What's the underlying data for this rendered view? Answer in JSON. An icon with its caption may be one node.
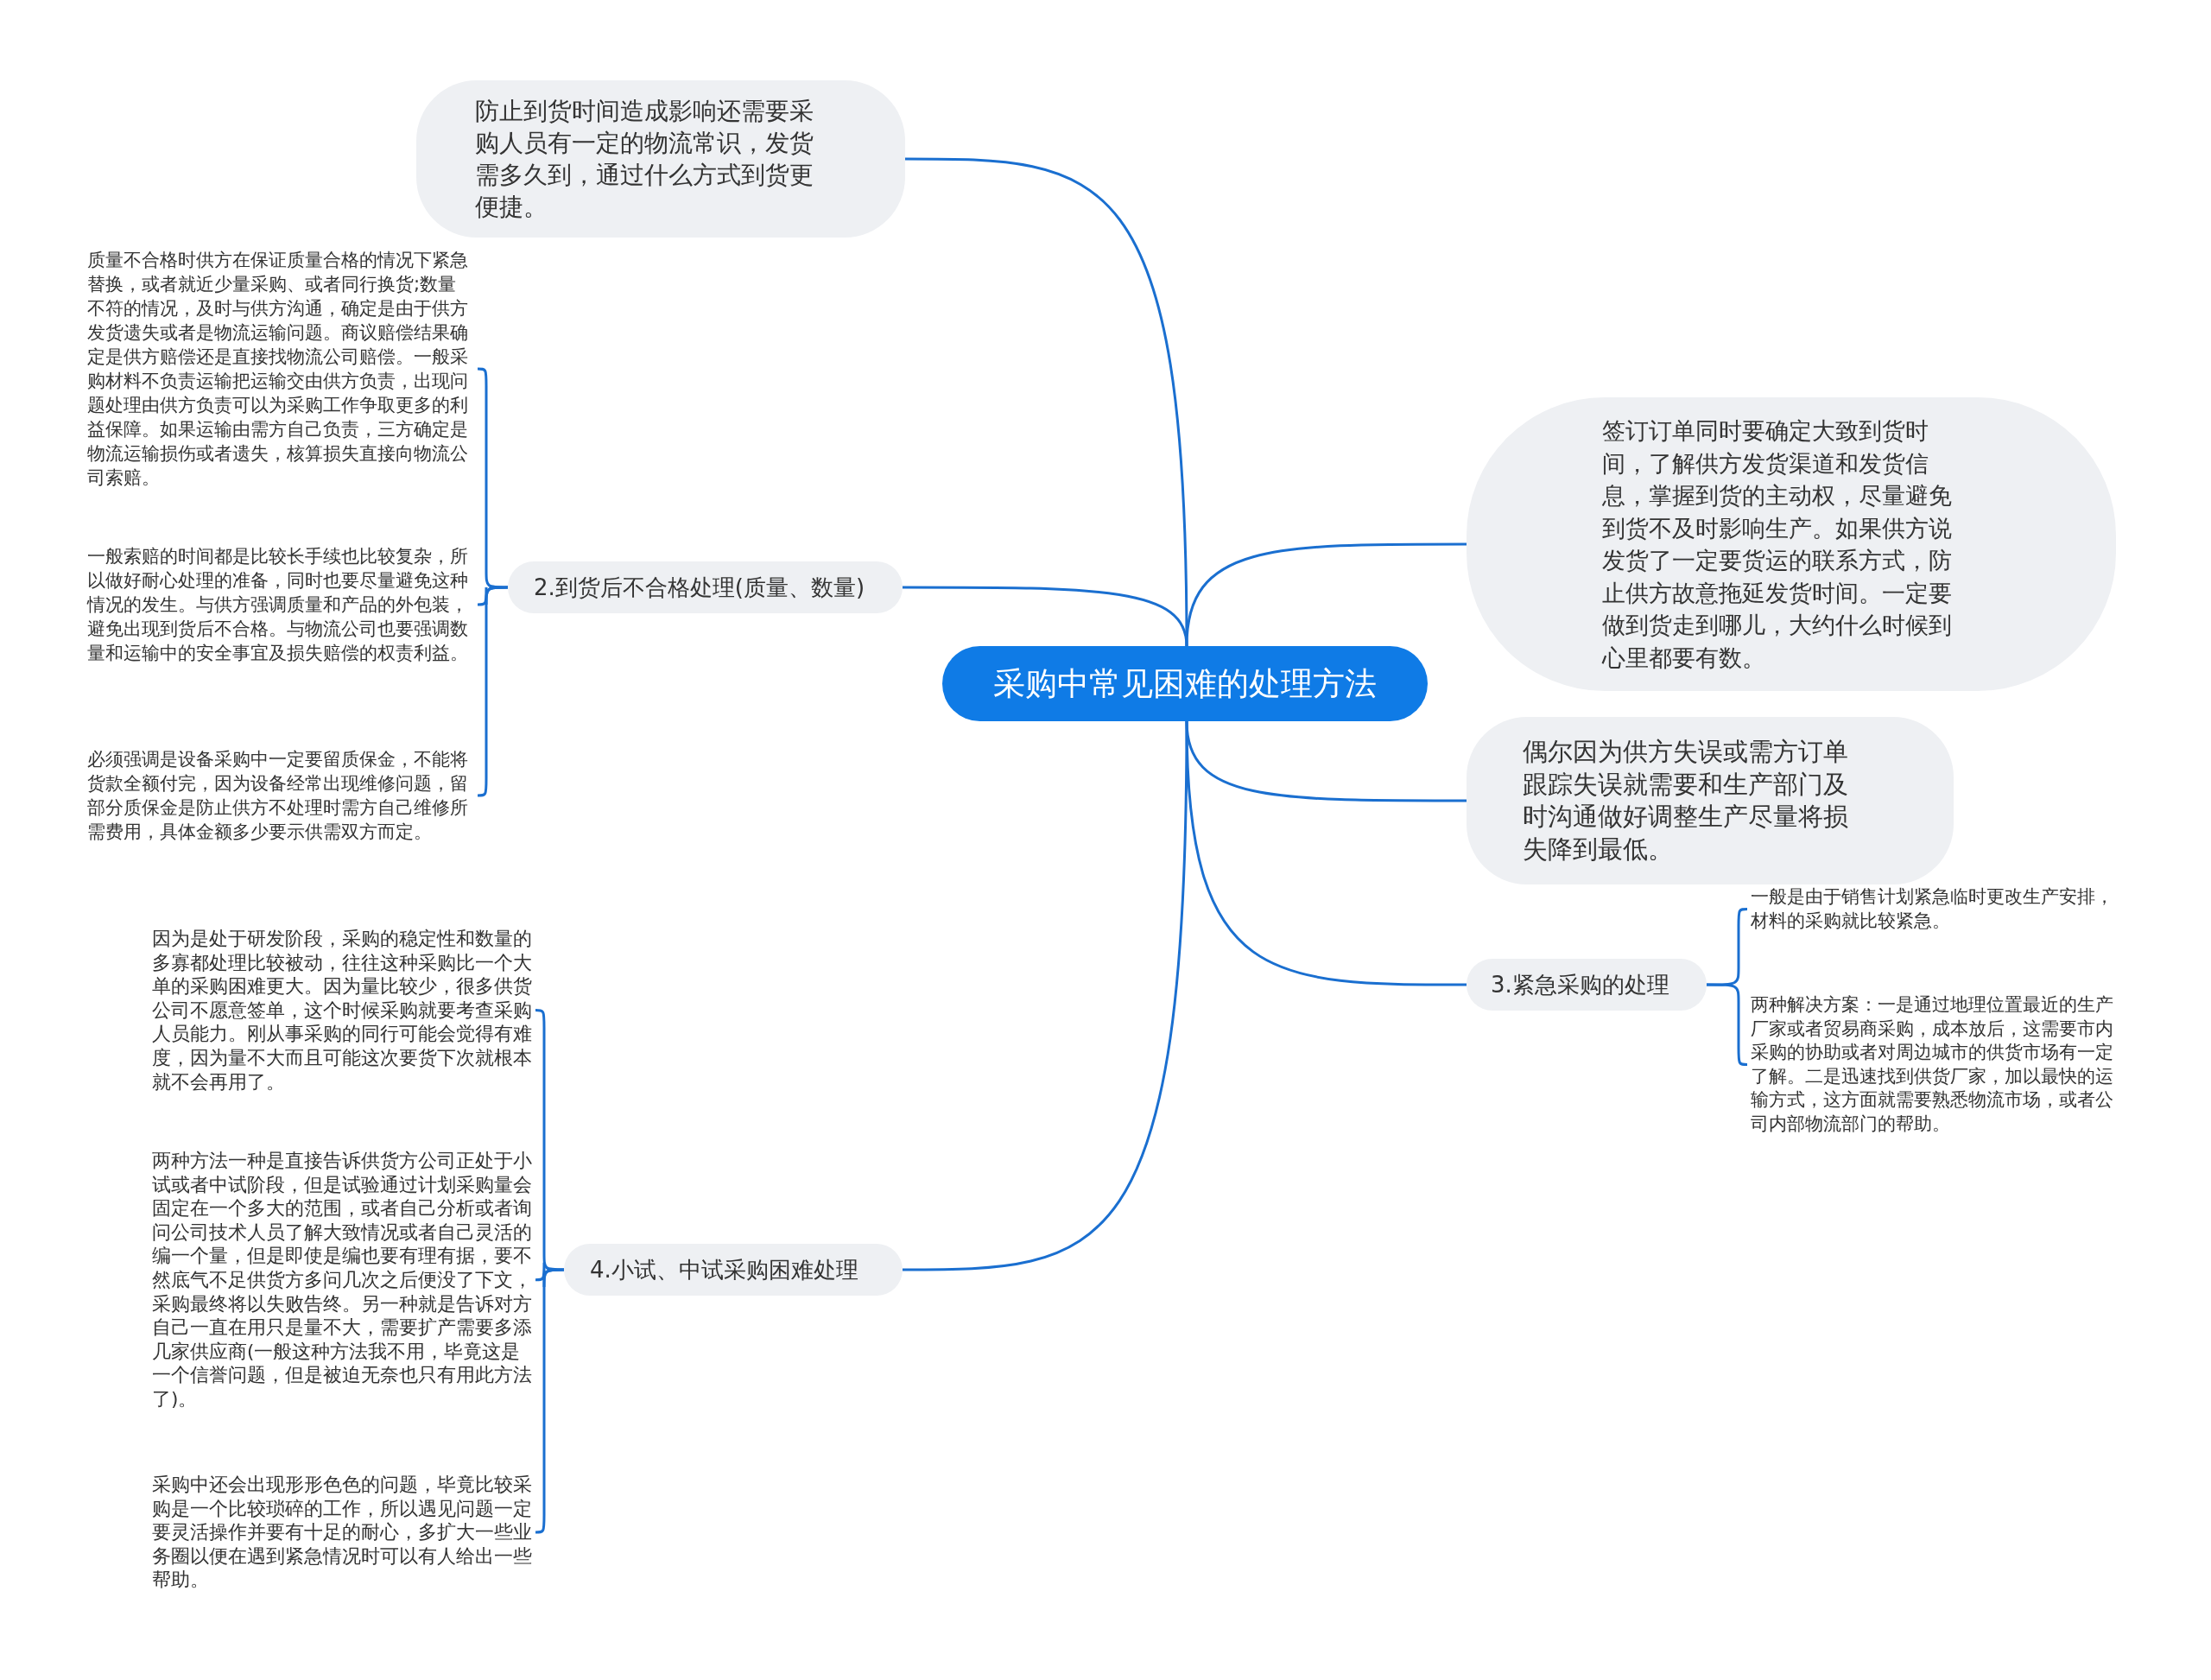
{
  "diagram": {
    "nodes": [
      {
        "text": [
          "采购中常见困难的处理方法"
        ]
      },
      {
        "text": [
          "防止到货时间造成影响还需要采购人员有一定的物流常识，发货需多久到，通过什么方式到货更便捷。"
        ]
      },
      {
        "text": [
          "2.到货后不合格处理(质量、数量)"
        ]
      },
      {
        "text": [
          "质量不合格时供方在保证质量合格的情况下紧急替换，或者就近少量采购、或者同行换货;数量不符的情况，及时与供方沟通，确定是由于供方发货遗失或者是物流运输问题。商议赔偿结果确定是供方赔偿还是直接找物流公司赔偿。一般采购材料不负责运输把运输交由供方负责，出现问题处理由供方负责可以为采购工作争取更多的利益保障。如果运输由需方自己负责，三方确定是物流运输损伤或者遗失，核算损失直接向物流公司索赔。"
        ]
      },
      {
        "text": [
          "一般索赔的时间都是比较长手续也比较复杂，所以做好耐心处理的准备，同时也要尽量避免这种情况的发生。与供方强调质量和产品的外包装，避免出现到货后不合格。与物流公司也要强调数量和运输中的安全事宜及损失赔偿的权责利益。"
        ]
      },
      {
        "text": [
          "必须强调是设备采购中一定要留质保金，不能将货款全额付完，因为设备经常出现维修问题，留部分质保金是防止供方不处理时需方自己维修所需费用，具体金额多少要示供需双方而定。"
        ]
      },
      {
        "text": [
          "签订订单同时要确定大致到货时间，了解供方发货渠道和发货信息，掌握到货的主动权，尽量避免到货不及时影响生产。如果供方说发货了一定要货运的联系方式，防止供方故意拖延发货时间。一定要做到货走到哪儿，大约什么时候到心里都要有数。"
        ]
      },
      {
        "text": [
          "偶尔因为供方失误或需方订单跟踪失误就需要和生产部门及时沟通做好调整生产尽量将损失降到最低。"
        ]
      },
      {
        "text": [
          "3.紧急采购的处理"
        ]
      },
      {
        "text": [
          "一般是由于销售计划紧急临时更改生产安排，材料的采购就比较紧急。"
        ]
      },
      {
        "text": [
          "两种解决方案：一是通过地理位置最近的生产厂家或者贸易商采购，成本放后，这需要市内采购的协助或者对周边城市的供货市场有一定了解。二是迅速找到供货厂家，加以最快的运输方式，这方面就需要熟悉物流市场，或者公司内部物流部门的帮助。"
        ]
      },
      {
        "text": [
          "4.小试、中试采购困难处理"
        ]
      },
      {
        "text": [
          "因为是处于研发阶段，采购的稳定性和数量的多寡都处理比较被动，往往这种采购比一个大单的采购困难更大。因为量比较少，很多供货公司不愿意签单，这个时候采购就要考查采购人员能力。刚从事采购的同行可能会觉得有难度，因为量不大而且可能这次要货下次就根本就不会再用了。"
        ]
      },
      {
        "text": [
          "两种方法一种是直接告诉供货方公司正处于小试或者中试阶段，但是试验通过计划采购量会固定在一个多大的范围，或者自己分析或者询问公司技术人员了解大致情况或者自己灵活的编一个量，但是即使是编也要有理有据，要不然底气不足供货方多问几次之后便没了下文，采购最终将以失败告终。另一种就是告诉对方自己一直在用只是量不大，需要扩产需要多添几家供应商(一般这种方法我不用，毕竟这是一个信誉问题，但是被迫无奈也只有用此方法了)。"
        ]
      },
      {
        "text": [
          "采购中还会出现形形色色的问题，毕竟比较采购是一个比较琐碎的工作，所以遇见问题一定要灵活操作并要有十足的耐心，多扩大一些业务圈以便在遇到紧急情况时可以有人给出一些帮助。"
        ]
      }
    ],
    "edges": [
      {
        "from": 0,
        "to": 1,
        "arrow": "none"
      },
      {
        "from": 0,
        "to": 2,
        "arrow": "none"
      },
      {
        "from": 2,
        "to": 3,
        "arrow": "none"
      },
      {
        "from": 2,
        "to": 4,
        "arrow": "none"
      },
      {
        "from": 2,
        "to": 5,
        "arrow": "none"
      },
      {
        "from": 0,
        "to": 6,
        "arrow": "none"
      },
      {
        "from": 0,
        "to": 7,
        "arrow": "none"
      },
      {
        "from": 0,
        "to": 8,
        "arrow": "none"
      },
      {
        "from": 8,
        "to": 9,
        "arrow": "none"
      },
      {
        "from": 8,
        "to": 10,
        "arrow": "none"
      },
      {
        "from": 0,
        "to": 11,
        "arrow": "none"
      },
      {
        "from": 11,
        "to": 12,
        "arrow": "none"
      },
      {
        "from": 11,
        "to": 13,
        "arrow": "none"
      },
      {
        "from": 11,
        "to": 14,
        "arrow": "none"
      }
    ]
  }
}
